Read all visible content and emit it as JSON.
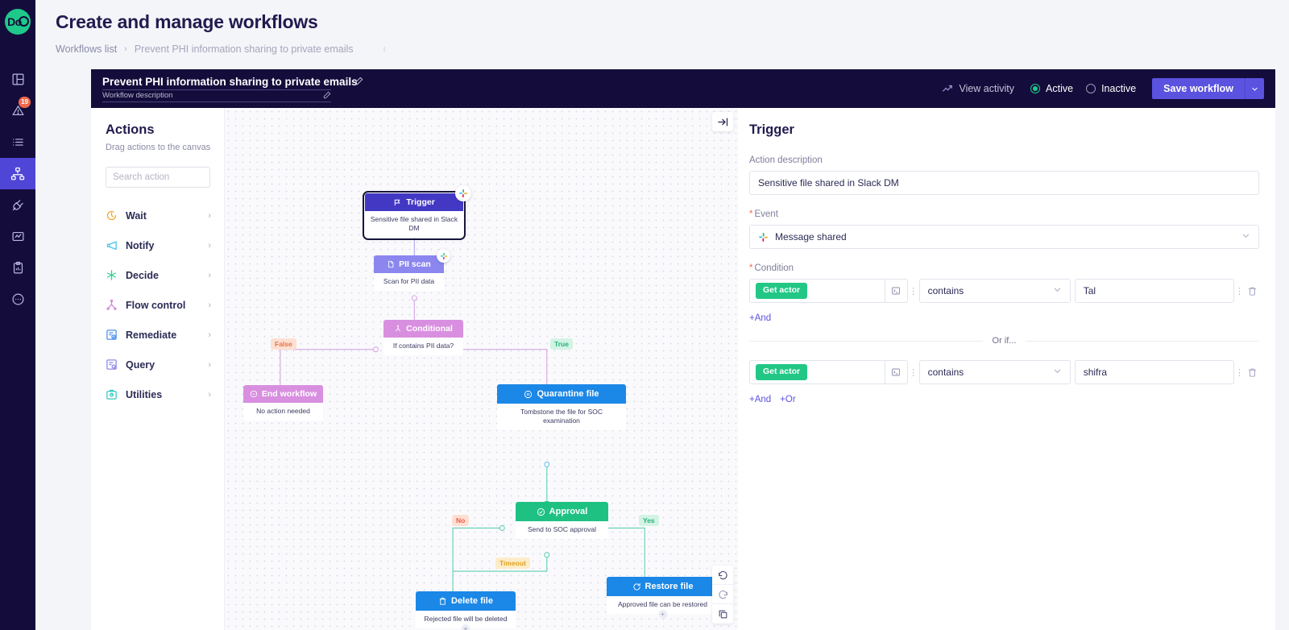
{
  "rail": {
    "logo_text": "Do",
    "items": [
      {
        "name": "dashboard-icon",
        "label": "Dashboard"
      },
      {
        "name": "alerts-icon",
        "label": "Alerts",
        "badge": "19"
      },
      {
        "name": "list-icon",
        "label": "List"
      },
      {
        "name": "workflows-icon",
        "label": "Workflows",
        "active": true
      },
      {
        "name": "integrations-icon",
        "label": "Integrations"
      },
      {
        "name": "analytics-icon",
        "label": "Analytics"
      },
      {
        "name": "reports-icon",
        "label": "Reports"
      },
      {
        "name": "help-icon",
        "label": "Help"
      }
    ]
  },
  "header": {
    "title": "Create and manage workflows",
    "breadcrumb": {
      "root": "Workflows list",
      "separator": "›",
      "current": "Prevent PHI information sharing to private emails",
      "extra": "ı"
    }
  },
  "workflow_bar": {
    "name": "Prevent PHI information sharing to private emails",
    "description_placeholder": "Workflow description",
    "view_activity": "View activity",
    "status_active": "Active",
    "status_inactive": "Inactive",
    "status_selected": "Active",
    "save_label": "Save workflow",
    "save_caret": "⌄"
  },
  "actions_panel": {
    "title": "Actions",
    "subtitle": "Drag actions to the canvas",
    "search_placeholder": "Search action",
    "search_value": "",
    "chevron": "›",
    "items": [
      {
        "label": "Wait",
        "icon": "clock-icon",
        "color": "#f5a623"
      },
      {
        "label": "Notify",
        "icon": "megaphone-icon",
        "color": "#47c4e8"
      },
      {
        "label": "Decide",
        "icon": "decide-icon",
        "color": "#2fcf8e"
      },
      {
        "label": "Flow control",
        "icon": "flow-control-icon",
        "color": "#d07fd6"
      },
      {
        "label": "Remediate",
        "icon": "remediate-icon",
        "color": "#4b8ef0"
      },
      {
        "label": "Query",
        "icon": "query-icon",
        "color": "#8e87e8"
      },
      {
        "label": "Utilities",
        "icon": "utilities-icon",
        "color": "#2fc9c0"
      }
    ]
  },
  "canvas": {
    "collapse_icon": "collapse-panel-icon",
    "controls": [
      {
        "name": "undo-button",
        "icon": "undo-icon"
      },
      {
        "name": "redo-button",
        "icon": "redo-icon"
      },
      {
        "name": "duplicate-button",
        "icon": "copy-icon"
      }
    ],
    "nodes": [
      {
        "id": "trigger",
        "title": "Trigger",
        "desc": "Sensitive file shared in Slack DM",
        "color": "#4338c4",
        "icon": "flag-icon",
        "badge": "slack-icon",
        "selected": true
      },
      {
        "id": "pii-scan",
        "title": "PII scan",
        "desc": "Scan for PII data",
        "color": "#8b87ef",
        "icon": "file-icon",
        "badge": "slack-icon",
        "selected": false
      },
      {
        "id": "conditional",
        "title": "Conditional",
        "desc": "If contains PII data?",
        "color": "#d98fe0",
        "icon": "branch-icon",
        "badge": null,
        "selected": false
      },
      {
        "id": "end-workflow",
        "title": "End workflow",
        "desc": "No action needed",
        "color": "#d98fe0",
        "icon": "stop-icon",
        "badge": null,
        "selected": false
      },
      {
        "id": "quarantine",
        "title": "Quarantine file",
        "desc": "Tombstone the file for SOC examination",
        "color": "#1b87e6",
        "icon": "pause-icon",
        "badge": null,
        "selected": false
      },
      {
        "id": "approval",
        "title": "Approval",
        "desc": "Send to SOC approval",
        "color": "#1fc183",
        "icon": "check-circle-icon",
        "badge": null,
        "selected": false
      },
      {
        "id": "delete-file",
        "title": "Delete file",
        "desc": "Rejected file will be deleted",
        "color": "#1b87e6",
        "icon": "trash-icon",
        "badge": null,
        "selected": false
      },
      {
        "id": "restore-file",
        "title": "Restore file",
        "desc": "Approved file can be restored",
        "color": "#1b87e6",
        "icon": "restore-icon",
        "badge": null,
        "selected": false
      }
    ],
    "edge_labels": [
      {
        "id": "false",
        "text": "False"
      },
      {
        "id": "true",
        "text": "True"
      },
      {
        "id": "no",
        "text": "No"
      },
      {
        "id": "yes",
        "text": "Yes"
      },
      {
        "id": "timeout",
        "text": "Timeout"
      }
    ]
  },
  "panel": {
    "title": "Trigger",
    "action_description_label": "Action description",
    "action_description_value": "Sensitive file shared in Slack DM",
    "event_label": "Event",
    "event_required": "*",
    "event_value": "Message shared",
    "event_icon": "slack-icon",
    "condition_label": "Condition",
    "condition_required": "*",
    "or_if_text": "Or if...",
    "groups": [
      {
        "rows": [
          {
            "actor": "Get actor",
            "operator": "contains",
            "value": "Tal"
          }
        ],
        "links": [
          "+And"
        ]
      },
      {
        "rows": [
          {
            "actor": "Get actor",
            "operator": "contains",
            "value": "shifra"
          }
        ],
        "links": [
          "+And",
          "+Or"
        ]
      }
    ]
  },
  "colors": {
    "brand_indigo": "#5b52e0",
    "dark_navy": "#140d3b",
    "green": "#22c786",
    "blue": "#1b87e6",
    "orange_badge": "#f2674a"
  }
}
